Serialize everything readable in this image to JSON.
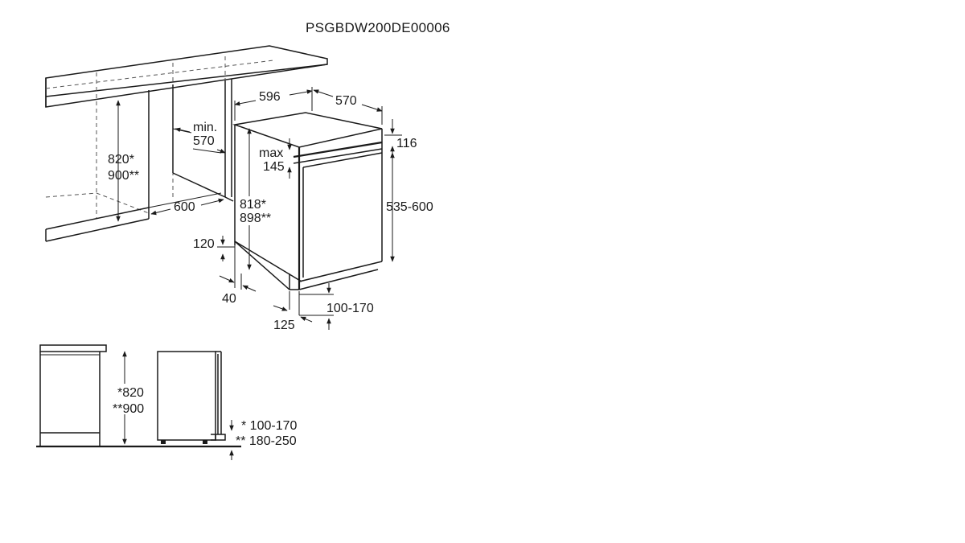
{
  "title": "PSGBDW200DE00006",
  "dimensions": {
    "cabinet_height": [
      "820*",
      "900**"
    ],
    "min_depth": [
      "min.",
      "570"
    ],
    "depth_600": "600",
    "width": "596",
    "depth_570": "570",
    "top_116": "116",
    "max_145": [
      "max",
      "145"
    ],
    "door_height": "535-600",
    "appliance_height": [
      "818*",
      "898**"
    ],
    "plinth_120": "120",
    "plinth_40": "40",
    "plinth_adjust": "100-170",
    "offset_125": "125"
  },
  "side_view": {
    "height": [
      "*820",
      "**900"
    ],
    "plinth_a": "* 100-170",
    "plinth_b": "** 180-250"
  }
}
